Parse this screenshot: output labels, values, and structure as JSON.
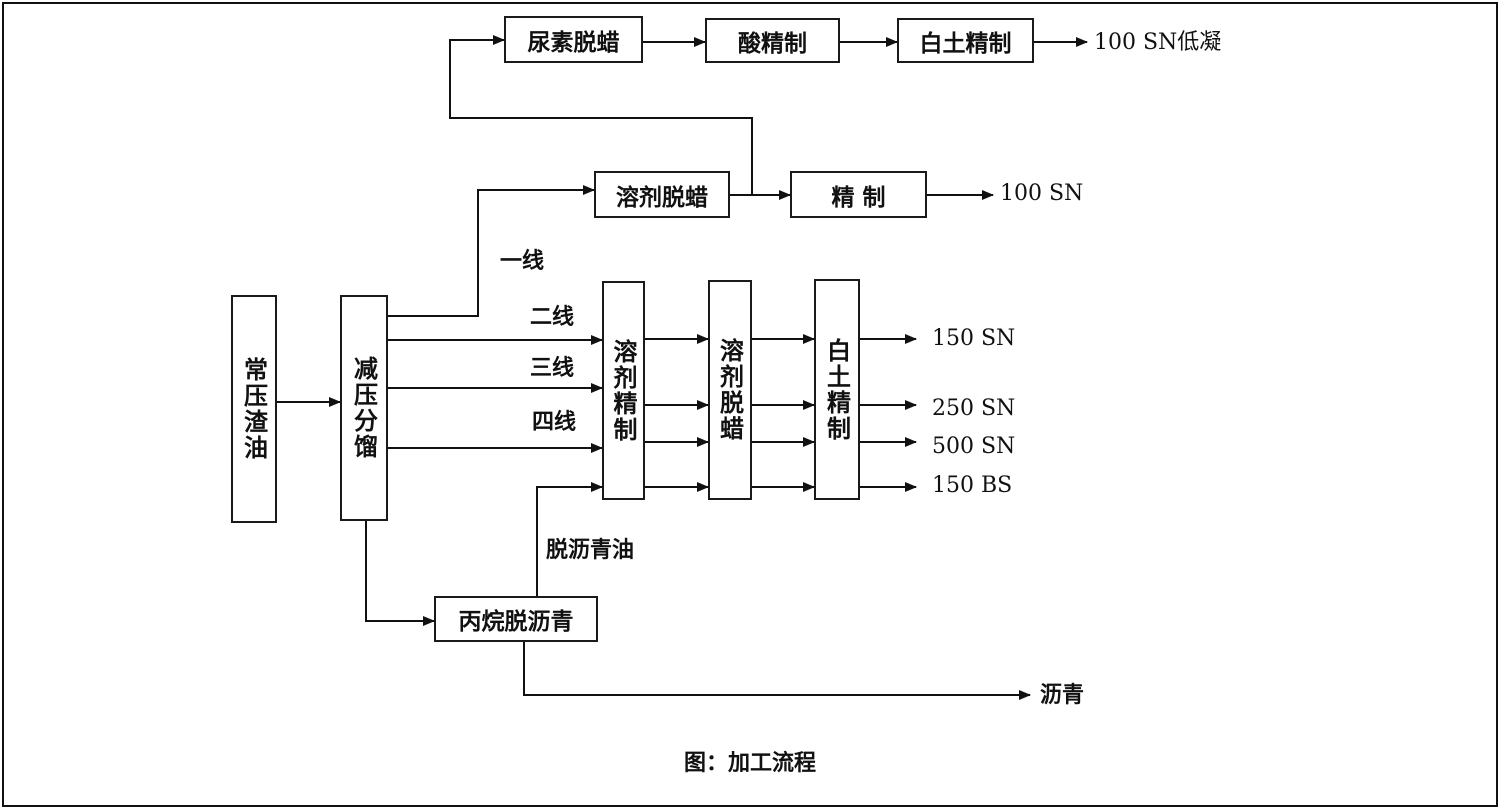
{
  "caption": "图：加工流程",
  "nodes": {
    "atmospheric_residue": "常压渣油",
    "vacuum_distillation": "减压分馏",
    "urea_dewaxing": "尿素脱蜡",
    "acid_refining": "酸精制",
    "clay_refining_top": "白土精制",
    "solvent_dewaxing_top": "溶剂脱蜡",
    "refining_top": "精 制",
    "solvent_refining": "溶剂精制",
    "solvent_dewaxing": "溶剂脱蜡",
    "clay_refining": "白土精制",
    "propane_deasphalting": "丙烷脱沥青"
  },
  "streams": {
    "line1": "一线",
    "line2": "二线",
    "line3": "三线",
    "line4": "四线",
    "deasphalted_oil": "脱沥青油"
  },
  "products": {
    "sn100_low_pour": "100 SN低凝",
    "sn100": "100 SN",
    "sn150": "150 SN",
    "sn250": "250 SN",
    "sn500": "500 SN",
    "bs150": "150 BS",
    "asphalt": "沥青"
  },
  "colors": {
    "ink": "#111111",
    "background": "#ffffff"
  }
}
